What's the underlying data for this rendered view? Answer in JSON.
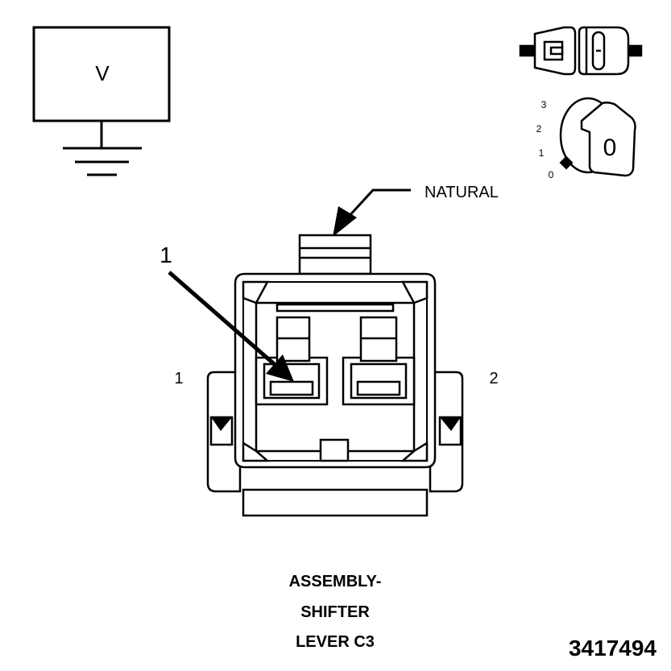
{
  "symbol": {
    "letter": "V"
  },
  "key_switch": {
    "positions": [
      "3",
      "2",
      "1",
      "0"
    ],
    "key_text": "0"
  },
  "connector": {
    "color_callout": "NATURAL",
    "callout_number": "1",
    "pin_left": "1",
    "pin_right": "2"
  },
  "caption": {
    "line1": "ASSEMBLY-",
    "line2": "SHIFTER",
    "line3": "LEVER C3"
  },
  "figure_number": "3417494"
}
